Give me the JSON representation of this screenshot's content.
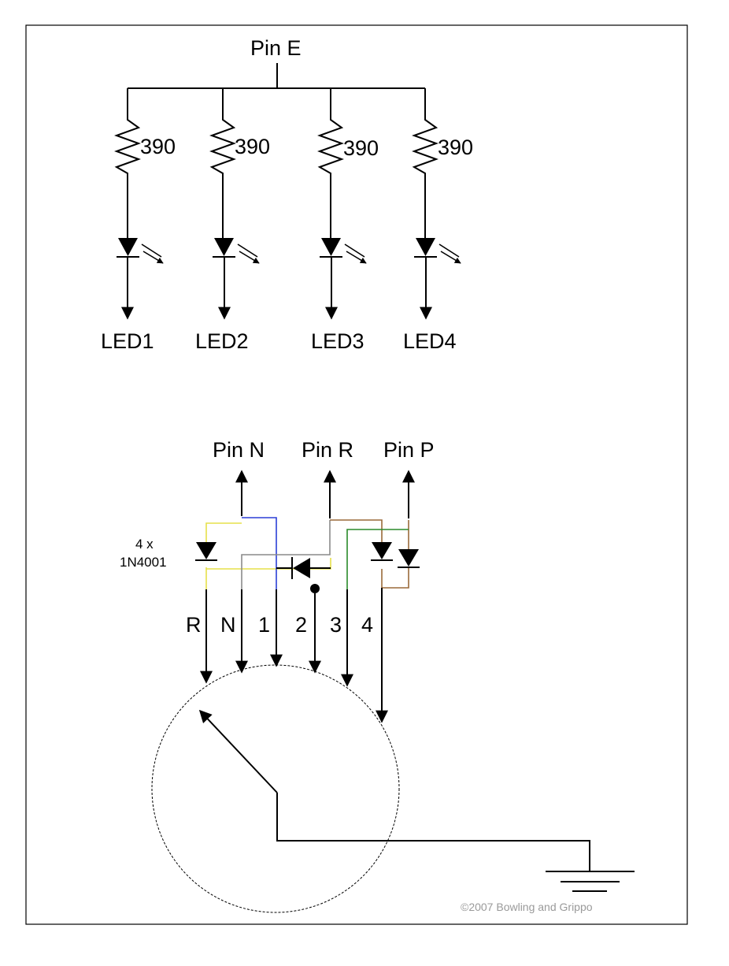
{
  "top": {
    "supply_label": "Pin E",
    "resistors": [
      "390",
      "390",
      "390",
      "390"
    ],
    "leds": [
      "LED1",
      "LED2",
      "LED3",
      "LED4"
    ]
  },
  "bottom": {
    "pins": [
      "Pin N",
      "Pin R",
      "Pin P"
    ],
    "diode_note": [
      "4 x",
      "1N4001"
    ],
    "positions": [
      "R",
      "N",
      "1",
      "2",
      "3",
      "4"
    ]
  },
  "copyright": "©2007 Bowling and Grippo",
  "wire_colors": {
    "yellow": "#e6e04a",
    "blue": "#2b3fd6",
    "gray": "#8a8a8a",
    "brown": "#9a6a3a",
    "green": "#2a8a2a"
  }
}
